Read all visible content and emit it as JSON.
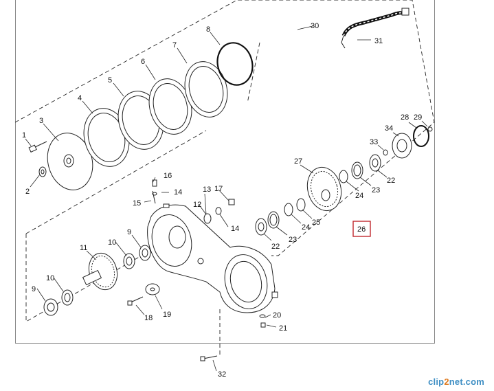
{
  "diagram": {
    "callouts": [
      "1",
      "2",
      "3",
      "4",
      "5",
      "6",
      "7",
      "8",
      "9",
      "9",
      "10",
      "10",
      "11",
      "12",
      "13",
      "14",
      "14",
      "15",
      "16",
      "17",
      "18",
      "19",
      "20",
      "21",
      "22",
      "22",
      "23",
      "23",
      "24",
      "24",
      "25",
      "26",
      "27",
      "28",
      "29",
      "30",
      "31",
      "32",
      "33",
      "34"
    ],
    "highlighted_callout": "26"
  },
  "watermark": {
    "text_a": "clip",
    "text_b": "2",
    "text_c": "net.com"
  },
  "colors": {
    "highlight": "#c0282d",
    "line": "#222222",
    "watermark_blue": "#3f8fc4",
    "watermark_orange": "#e07b1f"
  }
}
